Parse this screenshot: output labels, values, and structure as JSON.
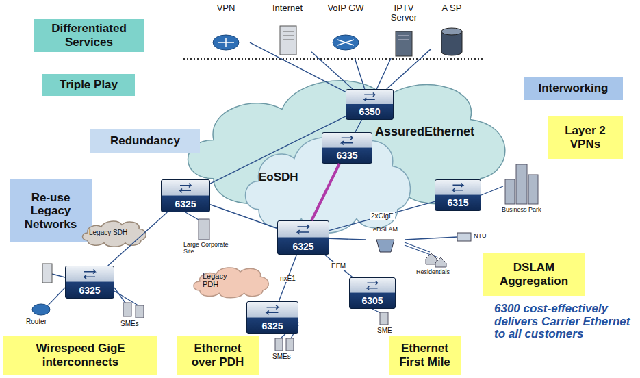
{
  "diagram": {
    "nodes": [
      {
        "text": [
          "Differentiated Services"
        ]
      },
      {
        "text": [
          "VPN"
        ]
      },
      {
        "text": [
          "Internet"
        ]
      },
      {
        "text": [
          "VoIP GW"
        ]
      },
      {
        "text": [
          "IPTV Server"
        ]
      },
      {
        "text": [
          "A SP"
        ]
      },
      {
        "text": [
          "Triple Play"
        ]
      },
      {
        "text": [
          "Interworking"
        ]
      },
      {
        "text": [
          "AssuredEthernet"
        ]
      },
      {
        "text": [
          "6350"
        ],
        "in": 8
      },
      {
        "text": [
          "Redundancy"
        ]
      },
      {
        "text": [
          "EoSDH"
        ],
        "in": 8
      },
      {
        "text": [
          "6335"
        ],
        "in": 11
      },
      {
        "text": [
          "Layer 2 VPNs"
        ]
      },
      {
        "text": [
          "Re-use Legacy Networks"
        ]
      },
      {
        "text": [
          "6325"
        ]
      },
      {
        "text": [
          "6315"
        ]
      },
      {
        "text": [
          "6325"
        ]
      },
      {
        "text": [
          "Legacy SDH"
        ]
      },
      {
        "text": [
          "eDSLAM"
        ]
      },
      {
        "text": [
          "Legacy PDH"
        ]
      },
      {
        "text": [
          "6325"
        ]
      },
      {
        "text": [
          "6305"
        ]
      },
      {
        "text": [
          "DSLAM Aggregation"
        ]
      },
      {
        "text": [
          "6325"
        ]
      },
      {
        "text": [
          "Wirespeed GigE interconnects"
        ]
      },
      {
        "text": [
          "Ethernet over PDH"
        ]
      },
      {
        "text": [
          "Ethernet First Mile"
        ]
      }
    ],
    "edges": [
      {
        "from": 9,
        "to": 1,
        "arrow": "none"
      },
      {
        "from": 9,
        "to": 2,
        "arrow": "none"
      },
      {
        "from": 9,
        "to": 3,
        "arrow": "none"
      },
      {
        "from": 9,
        "to": 4,
        "arrow": "none"
      },
      {
        "from": 9,
        "to": 5,
        "arrow": "none"
      },
      {
        "from": 9,
        "to": 12,
        "arrow": "none"
      },
      {
        "from": 12,
        "to": 17,
        "arrow": "none"
      },
      {
        "from": 15,
        "to": 9,
        "arrow": "none"
      },
      {
        "from": 15,
        "to": 17,
        "arrow": "none"
      },
      {
        "from": 15,
        "to": 21,
        "arrow": "none"
      },
      {
        "from": 17,
        "to": 16,
        "label": "2xGigE",
        "arrow": "none"
      },
      {
        "from": 17,
        "to": 19,
        "arrow": "none"
      },
      {
        "from": 17,
        "to": 24,
        "label": "nxE1",
        "arrow": "none"
      },
      {
        "from": 17,
        "to": 22,
        "label": "EFM",
        "arrow": "none"
      }
    ],
    "labels": [
      "6300 cost-effectively delivers Carrier Ethernet to all customers",
      "Router",
      "SMEs",
      "Large Corporate Site",
      "Business Park",
      "NTU",
      "Residentials",
      "SME",
      "SMEs"
    ]
  }
}
